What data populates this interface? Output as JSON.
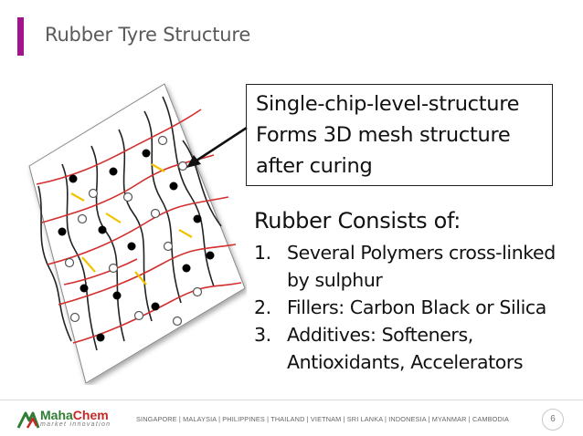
{
  "slide": {
    "title": "Rubber Tyre Structure",
    "page_number": "6"
  },
  "callout": {
    "lines": [
      "Single-chip-level-structure",
      "Forms 3D mesh structure",
      "after curing"
    ]
  },
  "composition": {
    "heading": "Rubber Consists of:",
    "items": [
      {
        "number": "1.",
        "line1": "Several Polymers cross-linked",
        "line2": "by sulphur"
      },
      {
        "number": "2.",
        "line1": "Fillers: Carbon Black or Silica"
      },
      {
        "number": "3.",
        "line1": "Additives: Softeners,",
        "line2": "Antioxidants, Accelerators"
      }
    ]
  },
  "footer": {
    "logo_maha": "Maha",
    "logo_chem": "Chem",
    "logo_tagline": "market innovation",
    "countries": "SINGAPORE  |  MALAYSIA  |  PHILIPPINES  |  THAILAND  |  VIETNAM  |  SRI LANKA  |  INDONESIA  |  MYANMAR  |  CAMBODIA"
  },
  "colors": {
    "accent": "#a3148c",
    "polymer_chain_red": "#d32f2f",
    "polymer_chain_black": "#222222",
    "sulphur_crosslink": "#f2c200",
    "carbon_black_particle": "#000000",
    "silica_particle": "#ffffff"
  }
}
